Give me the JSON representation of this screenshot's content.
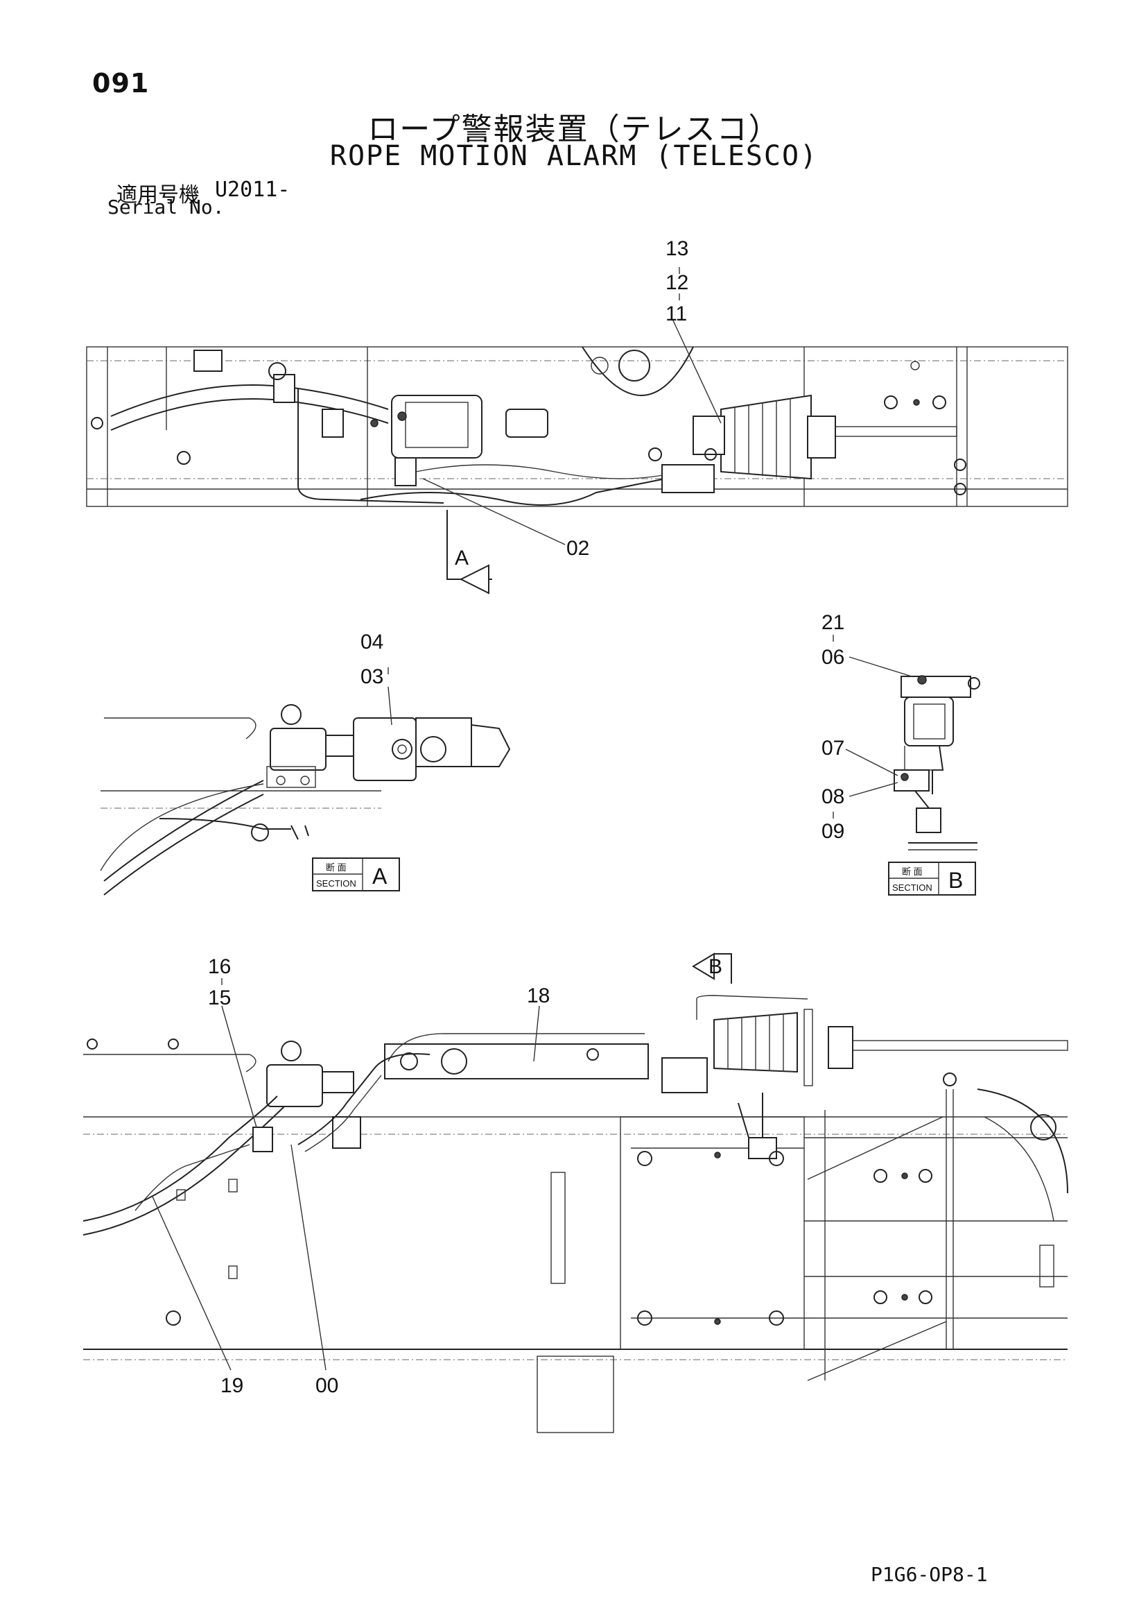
{
  "header": {
    "page_number": "091",
    "title_jp": "ロープ警報装置（テレスコ）",
    "title_en": "ROPE MOTION ALARM (TELESCO)",
    "serial_label_jp": "適用号機",
    "serial_code": "U2011-",
    "serial_label_en": "Serial No."
  },
  "callouts": {
    "c13": "13",
    "c12": "12",
    "c11": "11",
    "c02": "02",
    "c04": "04",
    "c03": "03",
    "c21": "21",
    "c06": "06",
    "c07": "07",
    "c08": "08",
    "c09": "09",
    "c16": "16",
    "c15": "15",
    "c18": "18",
    "c19": "19",
    "c00": "00"
  },
  "view_markers": {
    "arrow_a": "A",
    "arrow_b": "B"
  },
  "sections": {
    "a": {
      "label_jp": "断 面",
      "label_en": "SECTION",
      "letter": "A"
    },
    "b": {
      "label_jp": "断 面",
      "label_en": "SECTION",
      "letter": "B"
    }
  },
  "footer": {
    "doc_code": "P1G6-OP8-1"
  }
}
